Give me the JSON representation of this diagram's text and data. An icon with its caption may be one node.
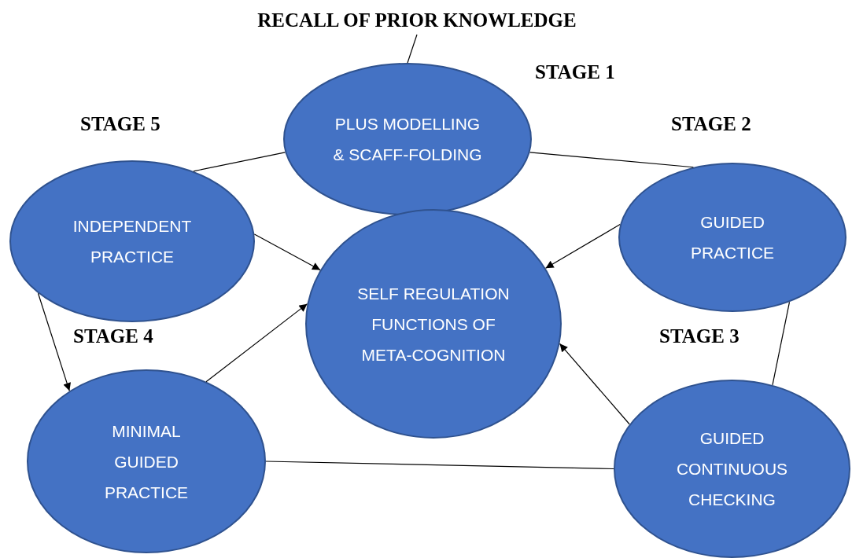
{
  "diagram": {
    "nodes": [
      {
        "text": [
          "RECALL OF PRIOR KNOWLEDGE"
        ]
      },
      {
        "text": [
          "PLUS MODELLING & SCAFF-FOLDING"
        ]
      },
      {
        "text": [
          "INDEPENDENT PRACTICE"
        ]
      },
      {
        "text": [
          "GUIDED PRACTICE"
        ]
      },
      {
        "text": [
          "SELF REGULATION FUNCTIONS OF META-COGNITION"
        ]
      },
      {
        "text": [
          "MINIMAL GUIDED PRACTICE"
        ]
      },
      {
        "text": [
          "GUIDED CONTINUOUS CHECKING"
        ]
      }
    ],
    "edges": [
      {
        "from": 0,
        "to": 1,
        "arrow": "none"
      },
      {
        "from": 1,
        "to": 3,
        "arrow": "none"
      },
      {
        "from": 1,
        "to": 2,
        "arrow": "none"
      },
      {
        "from": 2,
        "to": 4,
        "arrow": "to"
      },
      {
        "from": 3,
        "to": 4,
        "arrow": "to"
      },
      {
        "from": 3,
        "to": 6,
        "arrow": "none"
      },
      {
        "from": 6,
        "to": 4,
        "arrow": "to"
      },
      {
        "from": 6,
        "to": 5,
        "arrow": "none"
      },
      {
        "from": 5,
        "to": 4,
        "arrow": "to"
      },
      {
        "from": 2,
        "to": 5,
        "arrow": "to"
      }
    ],
    "labels": [
      "STAGE 1",
      "STAGE 5",
      "STAGE 2",
      "STAGE 4",
      "STAGE 3"
    ]
  }
}
